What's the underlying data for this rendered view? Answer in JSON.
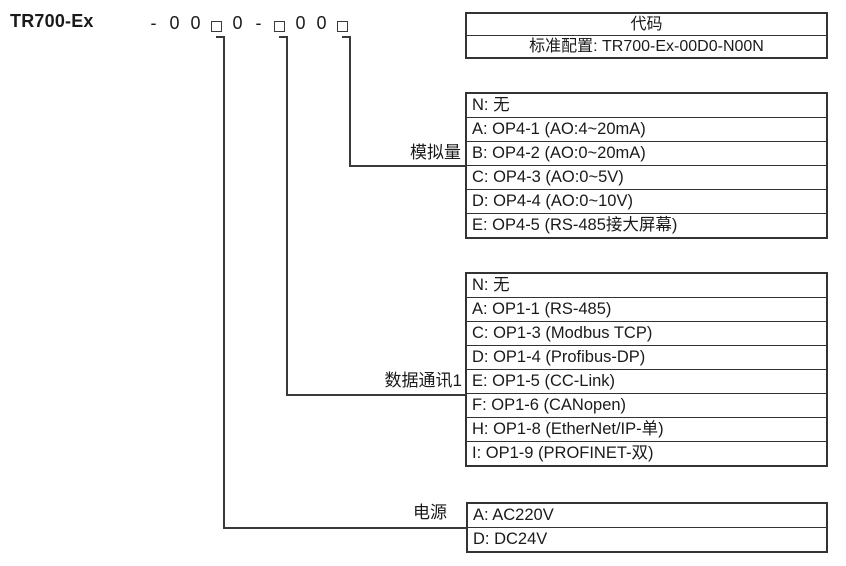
{
  "model": {
    "name": "TR700-Ex",
    "code_chars": [
      "-",
      "0",
      "0",
      "□",
      "0",
      "-",
      "□",
      "0",
      "0",
      "□"
    ]
  },
  "code_table": {
    "header": "代码",
    "standard_config": "标准配置: TR700-Ex-00D0-N00N"
  },
  "option_groups": [
    {
      "label": "模拟量",
      "rows": [
        "N: 无",
        "A: OP4-1 (AO:4~20mA)",
        "B: OP4-2 (AO:0~20mA)",
        "C: OP4-3 (AO:0~5V)",
        "D: OP4-4 (AO:0~10V)",
        "E: OP4-5 (RS-485接大屏幕)"
      ]
    },
    {
      "label": "数据通讯1",
      "rows": [
        "N: 无",
        "A: OP1-1 (RS-485)",
        "C: OP1-3 (Modbus TCP)",
        "D: OP1-4 (Profibus-DP)",
        "E: OP1-5 (CC-Link)",
        "F: OP1-6 (CANopen)",
        "H: OP1-8 (EtherNet/IP-单)",
        "I: OP1-9 (PROFINET-双)"
      ]
    },
    {
      "label": "电源",
      "rows": [
        "A: AC220V",
        "D: DC24V"
      ]
    }
  ],
  "colors": {
    "line": "#3a3a3a",
    "border": "#333333",
    "text": "#1a1a1a",
    "background": "#ffffff"
  }
}
